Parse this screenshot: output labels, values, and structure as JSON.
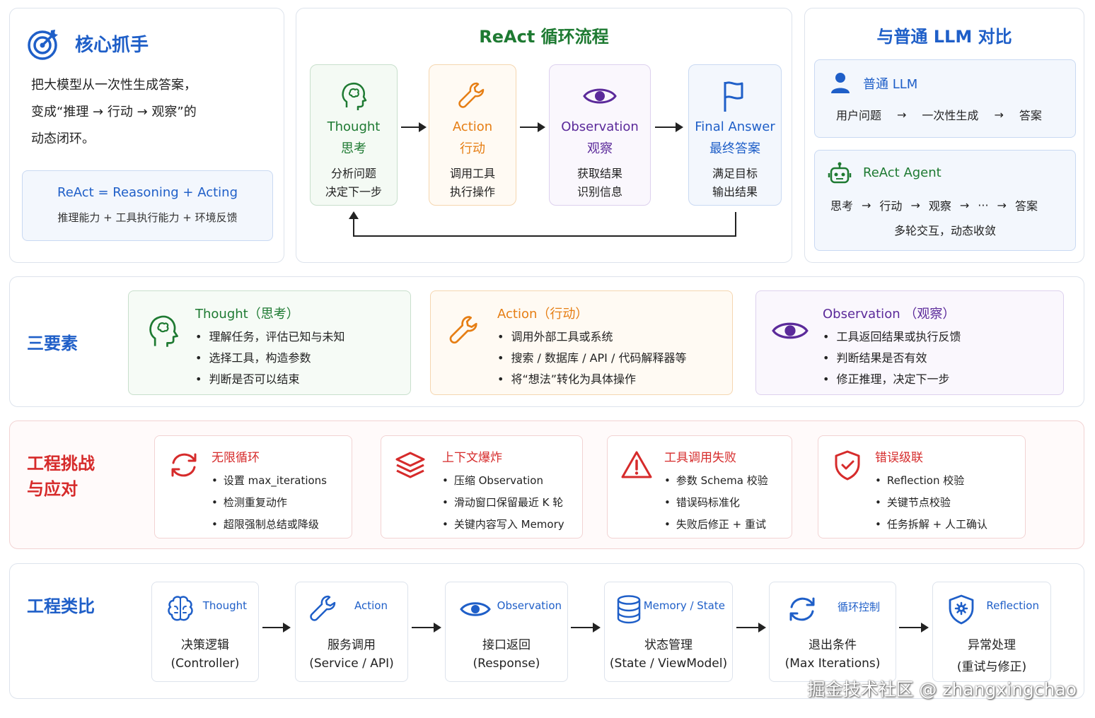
{
  "core": {
    "title": "核心抓手",
    "desc_line1": "把大模型从一次性生成答案，",
    "desc_line2": "变成“推理 → 行动 → 观察”的",
    "desc_line3": "动态闭环。",
    "def_main": "ReAct = Reasoning + Acting",
    "def_sub": "推理能力 + 工具执行能力 + 环境反馈"
  },
  "flow": {
    "title": "ReAct 循环流程",
    "steps": [
      {
        "en": "Thought",
        "zh": "思考",
        "d1": "分析问题",
        "d2": "决定下一步",
        "color": "#1e7a32"
      },
      {
        "en": "Action",
        "zh": "行动",
        "d1": "调用工具",
        "d2": "执行操作",
        "color": "#e67e14"
      },
      {
        "en": "Observation",
        "zh": "观察",
        "d1": "获取结果",
        "d2": "识别信息",
        "color": "#5b2a9a"
      },
      {
        "en": "Final Answer",
        "zh": "最终答案",
        "d1": "满足目标",
        "d2": "输出结果",
        "color": "#1f5fc8"
      }
    ]
  },
  "compare": {
    "title": "与普通 LLM 对比",
    "plain": {
      "title": "普通 LLM",
      "row": [
        "用户问题",
        "→",
        "一次性生成",
        "→",
        "答案"
      ]
    },
    "react": {
      "title": "ReAct Agent",
      "row": [
        "思考",
        "→",
        "行动",
        "→",
        "观察",
        "→",
        "···",
        "→",
        "答案"
      ],
      "sub": "多轮交互，动态收敛"
    }
  },
  "elements": {
    "label": "三要素",
    "items": [
      {
        "title": "Thought（思考）",
        "bullets": [
          "理解任务，评估已知与未知",
          "选择工具，构造参数",
          "判断是否可以结束"
        ]
      },
      {
        "title": "Action（行动）",
        "bullets": [
          "调用外部工具或系统",
          "搜索 / 数据库 / API / 代码解释器等",
          "将“想法”转化为具体操作"
        ]
      },
      {
        "title": "Observation （观察）",
        "bullets": [
          "工具返回结果或执行反馈",
          "判断结果是否有效",
          "修正推理，决定下一步"
        ]
      }
    ]
  },
  "challenges": {
    "label_line1": "工程挑战",
    "label_line2": "与应对",
    "items": [
      {
        "title": "无限循环",
        "bullets": [
          "设置 max_iterations",
          "检测重复动作",
          "超限强制总结或降级"
        ]
      },
      {
        "title": "上下文爆炸",
        "bullets": [
          "压缩 Observation",
          "滑动窗口保留最近 K 轮",
          "关键内容写入 Memory"
        ]
      },
      {
        "title": "工具调用失败",
        "bullets": [
          "参数 Schema 校验",
          "错误码标准化",
          "失败后修正 + 重试"
        ]
      },
      {
        "title": "错误级联",
        "bullets": [
          "Reflection 校验",
          "关键节点校验",
          "任务拆解 + 人工确认"
        ]
      }
    ]
  },
  "analogy": {
    "label": "工程类比",
    "items": [
      {
        "title": "Thought",
        "l1": "决策逻辑",
        "l2": "(Controller)"
      },
      {
        "title": "Action",
        "l1": "服务调用",
        "l2": "(Service / API)"
      },
      {
        "title": "Observation",
        "l1": "接口返回",
        "l2": "(Response)"
      },
      {
        "title": "Memory / State",
        "l1": "状态管理",
        "l2": "(State / ViewModel)"
      },
      {
        "title": "循环控制",
        "l1": "退出条件",
        "l2": "(Max Iterations)"
      },
      {
        "title": "Reflection",
        "l1": "异常处理",
        "l2": "(重试与修正)"
      }
    ]
  },
  "watermark": "掘金技术社区 @ zhangxingchao"
}
